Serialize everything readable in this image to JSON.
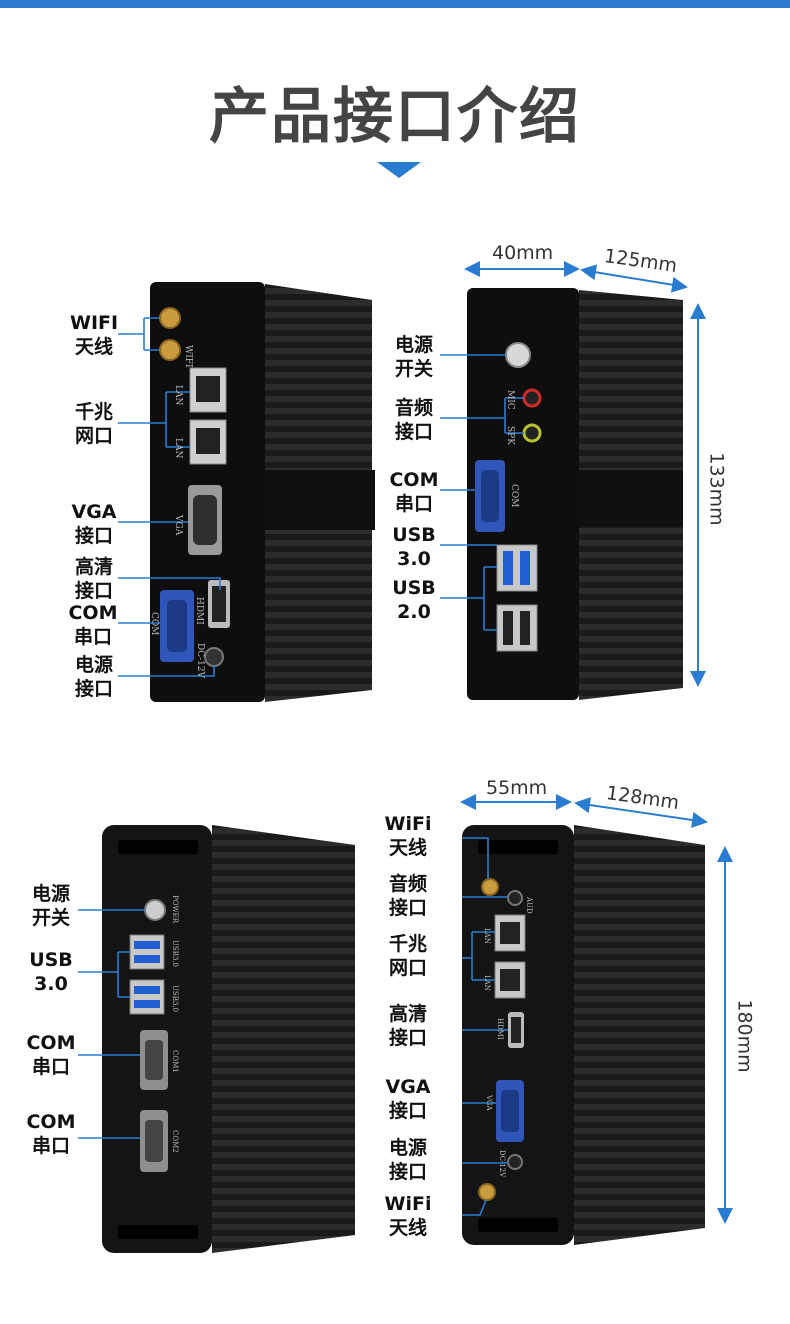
{
  "page": {
    "title": "产品接口介绍",
    "accent": "#2a7cd0"
  },
  "top_left": {
    "labels": {
      "wifi": [
        "WIFI",
        "天线"
      ],
      "lan": [
        "千兆",
        "网口"
      ],
      "vga": [
        "VGA",
        "接口"
      ],
      "hdmi": [
        "高清",
        "接口"
      ],
      "com": [
        "COM",
        "串口"
      ],
      "dc": [
        "电源",
        "接口"
      ]
    },
    "port_text": {
      "wifi": "WIFI",
      "lan1": "LAN",
      "lan2": "LAN",
      "vga": "VGA",
      "hdmi": "HDMI",
      "com": "COM",
      "dc": "DC-12V"
    }
  },
  "top_right": {
    "labels": {
      "power": [
        "电源",
        "开关"
      ],
      "audio": [
        "音频",
        "接口"
      ],
      "com": [
        "COM",
        "串口"
      ],
      "usb3": [
        "USB",
        "3.0"
      ],
      "usb2": [
        "USB",
        "2.0"
      ]
    },
    "dims": {
      "width": "40mm",
      "depth": "125mm",
      "height": "133mm"
    },
    "port_text": {
      "mic": "MIC",
      "spk": "SPK",
      "com": "COM"
    }
  },
  "bottom_left": {
    "labels": {
      "power": [
        "电源",
        "开关"
      ],
      "usb": [
        "USB",
        "3.0"
      ],
      "com1": [
        "COM",
        "串口"
      ],
      "com2": [
        "COM",
        "串口"
      ]
    },
    "port_text": {
      "power": "POWER",
      "usb1": "USB3.0",
      "usb2": "USB3.0",
      "com1": "COM1",
      "com2": "COM2"
    }
  },
  "bottom_right": {
    "labels": {
      "wifi_top": [
        "WiFi",
        "天线"
      ],
      "audio": [
        "音频",
        "接口"
      ],
      "lan": [
        "千兆",
        "网口"
      ],
      "hdmi": [
        "高清",
        "接口"
      ],
      "vga": [
        "VGA",
        "接口"
      ],
      "dc": [
        "电源",
        "接口"
      ],
      "wifi_bottom": [
        "WiFi",
        "天线"
      ]
    },
    "dims": {
      "width": "55mm",
      "depth": "128mm",
      "height": "180mm"
    },
    "port_text": {
      "aud": "AUD",
      "lan1": "LAN",
      "lan2": "LAN",
      "hdmi": "HDMI",
      "vga": "VGA",
      "dc": "DC-12V"
    }
  }
}
